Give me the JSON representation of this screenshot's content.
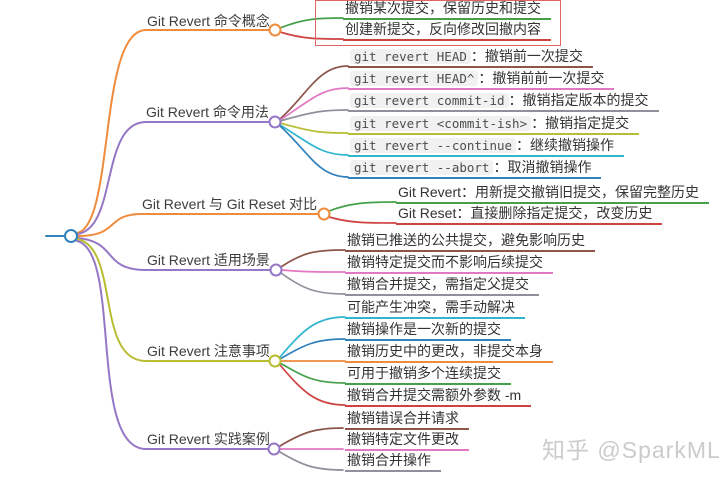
{
  "root_color": "#3181bd",
  "highlight_color": "#e06666",
  "watermark": "知乎 @SparkML",
  "branches": [
    {
      "label": "Git Revert 命令概念",
      "color": "#ee8b3c",
      "leaves": [
        {
          "text": "撤销某次提交，保留历史和提交",
          "color": "#46a049"
        },
        {
          "text": "创建新提交，反向修改回撤内容",
          "color": "#cf4242"
        }
      ]
    },
    {
      "label": "Git Revert 命令用法",
      "color": "#9577c5",
      "leaves": [
        {
          "code": "git revert HEAD",
          "desc": "：撤销前一次提交",
          "color": "#8c564b"
        },
        {
          "code": "git revert HEAD^",
          "desc": "：撤销前前一次提交",
          "color": "#e377c2"
        },
        {
          "code": "git revert commit-id",
          "desc": "：撤销指定版本的提交",
          "color": "#90909c"
        },
        {
          "code": "git revert <commit-ish>",
          "desc": "：撤销指定提交",
          "color": "#b8bd32"
        },
        {
          "code": "git revert --continue",
          "desc": "：继续撤销操作",
          "color": "#2fb5cd"
        },
        {
          "code": "git revert --abort",
          "desc": "：取消撤销操作",
          "color": "#3181bd"
        }
      ]
    },
    {
      "label": "Git Revert 与 Git Reset 对比",
      "color": "#ee8b3c",
      "leaves": [
        {
          "text": "Git Revert：用新提交撤销旧提交，保留完整历史",
          "color": "#46a049"
        },
        {
          "text": "Git Reset：直接删除指定提交，改变历史",
          "color": "#cf4242"
        }
      ]
    },
    {
      "label": "Git Revert 适用场景",
      "color": "#9577c5",
      "leaves": [
        {
          "text": "撤销已推送的公共提交，避免影响历史",
          "color": "#8c564b"
        },
        {
          "text": "撤销特定提交而不影响后续提交",
          "color": "#e377c2"
        },
        {
          "text": "撤销合并提交，需指定父提交",
          "color": "#90909c"
        }
      ]
    },
    {
      "label": "Git Revert 注意事项",
      "color": "#b8bd32",
      "leaves": [
        {
          "text": "可能产生冲突，需手动解决",
          "color": "#2fb5cd"
        },
        {
          "text": "撤销操作是一次新的提交",
          "color": "#3181bd"
        },
        {
          "text": "撤销历史中的更改，非提交本身",
          "color": "#ee8b3c"
        },
        {
          "text": "可用于撤销多个连续提交",
          "color": "#46a049"
        },
        {
          "text": "撤销合并提交需额外参数 -m",
          "color": "#cf4242"
        }
      ]
    },
    {
      "label": "Git Revert 实践案例",
      "color": "#9577c5",
      "leaves": [
        {
          "text": "撤销错误合并请求",
          "color": "#8c564b"
        },
        {
          "text": "撤销特定文件更改",
          "color": "#e377c2"
        },
        {
          "text": "撤销合并操作",
          "color": "#90909c"
        }
      ]
    }
  ]
}
